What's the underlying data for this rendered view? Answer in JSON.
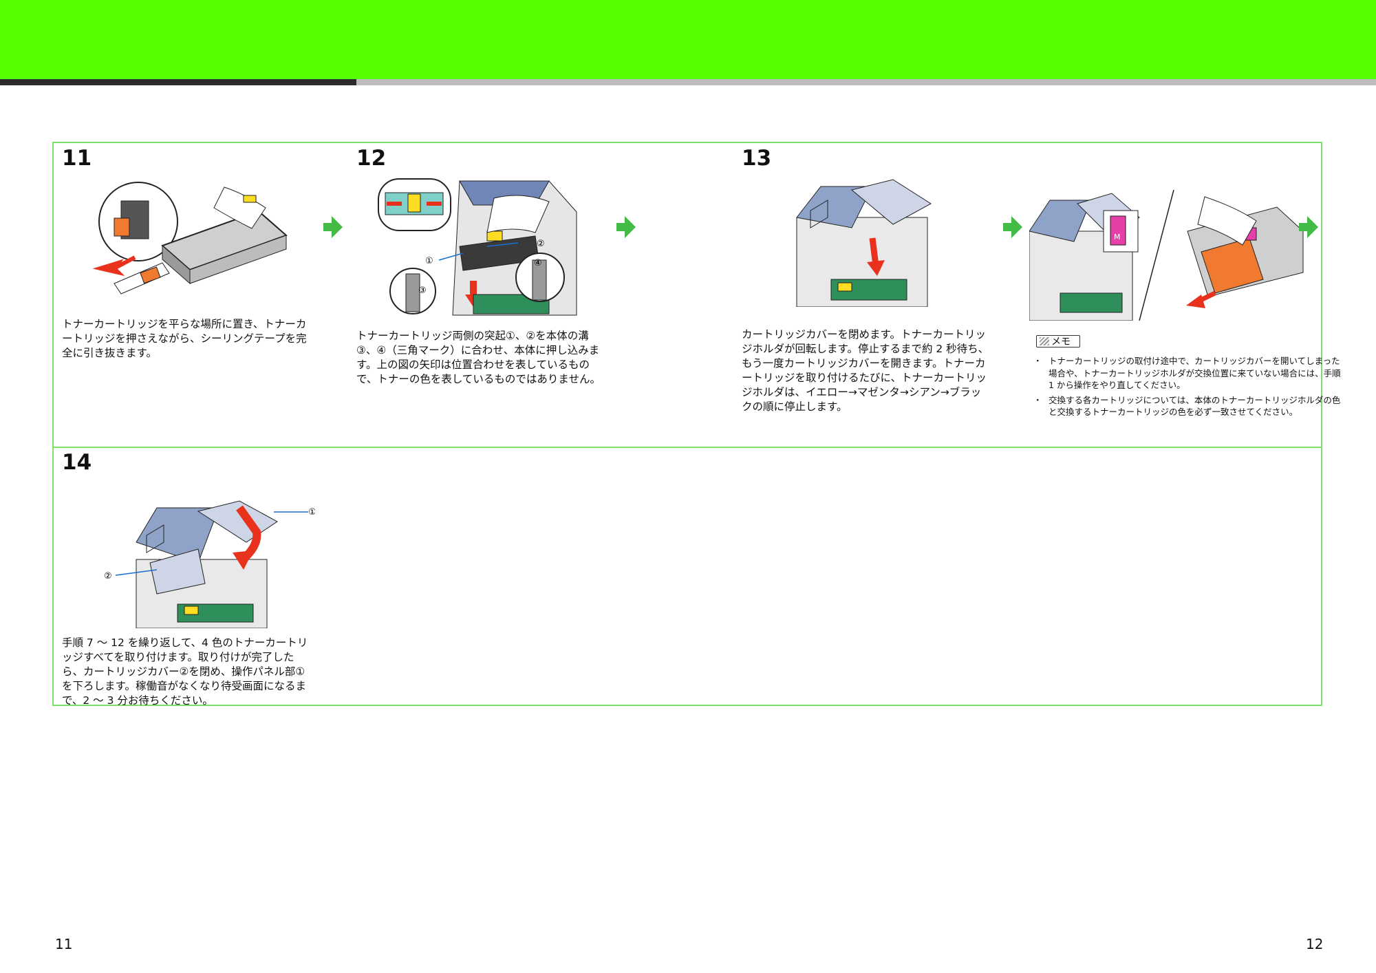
{
  "steps": [
    {
      "number": "11",
      "text": "トナーカートリッジを平らな場所に置き、トナーカートリッジを押さえながら、シーリングテープを完全に引き抜きます。"
    },
    {
      "number": "12",
      "text": "トナーカートリッジ両側の突起①、②を本体の溝③、④（三角マーク）に合わせ、本体に押し込みます。上の図の矢印は位置合わせを表しているもので、トナーの色を表しているものではありません。"
    },
    {
      "number": "13",
      "text": "カートリッジカバーを閉めます。トナーカートリッジホルダが回転します。停止するまで約 2 秒待ち、もう一度カートリッジカバーを開きます。トナーカートリッジを取り付けるたびに、トナーカートリッジホルダは、イエロー→マゼンタ→シアン→ブラックの順に停止します。"
    },
    {
      "number": "14",
      "text": "手順 7 〜 12 を繰り返して、4 色のトナーカートリッジすべてを取り付けます。取り付けが完了したら、カートリッジカバー②を閉め、操作パネル部①を下ろします。稼働音がなくなり待受画面になるまで、2 〜 3 分お待ちください。"
    }
  ],
  "memo": {
    "label": "メモ",
    "items": [
      "トナーカートリッジの取付け途中で、カートリッジカバーを開いてしまった場合や、トナーカートリッジホルダが交換位置に来ていない場合には、手順 1 から操作をやり直してください。",
      "交換する各カートリッジについては、本体のトナーカートリッジホルダの色と交換するトナーカートリッジの色を必ず一致させてください。"
    ]
  },
  "callouts": {
    "s12_1": "①",
    "s12_2": "②",
    "s12_3": "③",
    "s12_4": "④",
    "s14_1": "①",
    "s14_2": "②",
    "cartridge_letter": "M"
  },
  "colors": {
    "header_green": "#55ff00",
    "frame_green": "#7ee06a",
    "arrow_green": "#44bb44",
    "pull_arrow_red": "#e8321e",
    "yellow_part": "#ffdd22",
    "magenta_label": "#e63fa8",
    "orange_cartridge": "#f07a30"
  },
  "icons": [
    "step-arrow-icon",
    "memo-pen-icon"
  ],
  "page_numbers": {
    "left": "11",
    "right": "12"
  }
}
